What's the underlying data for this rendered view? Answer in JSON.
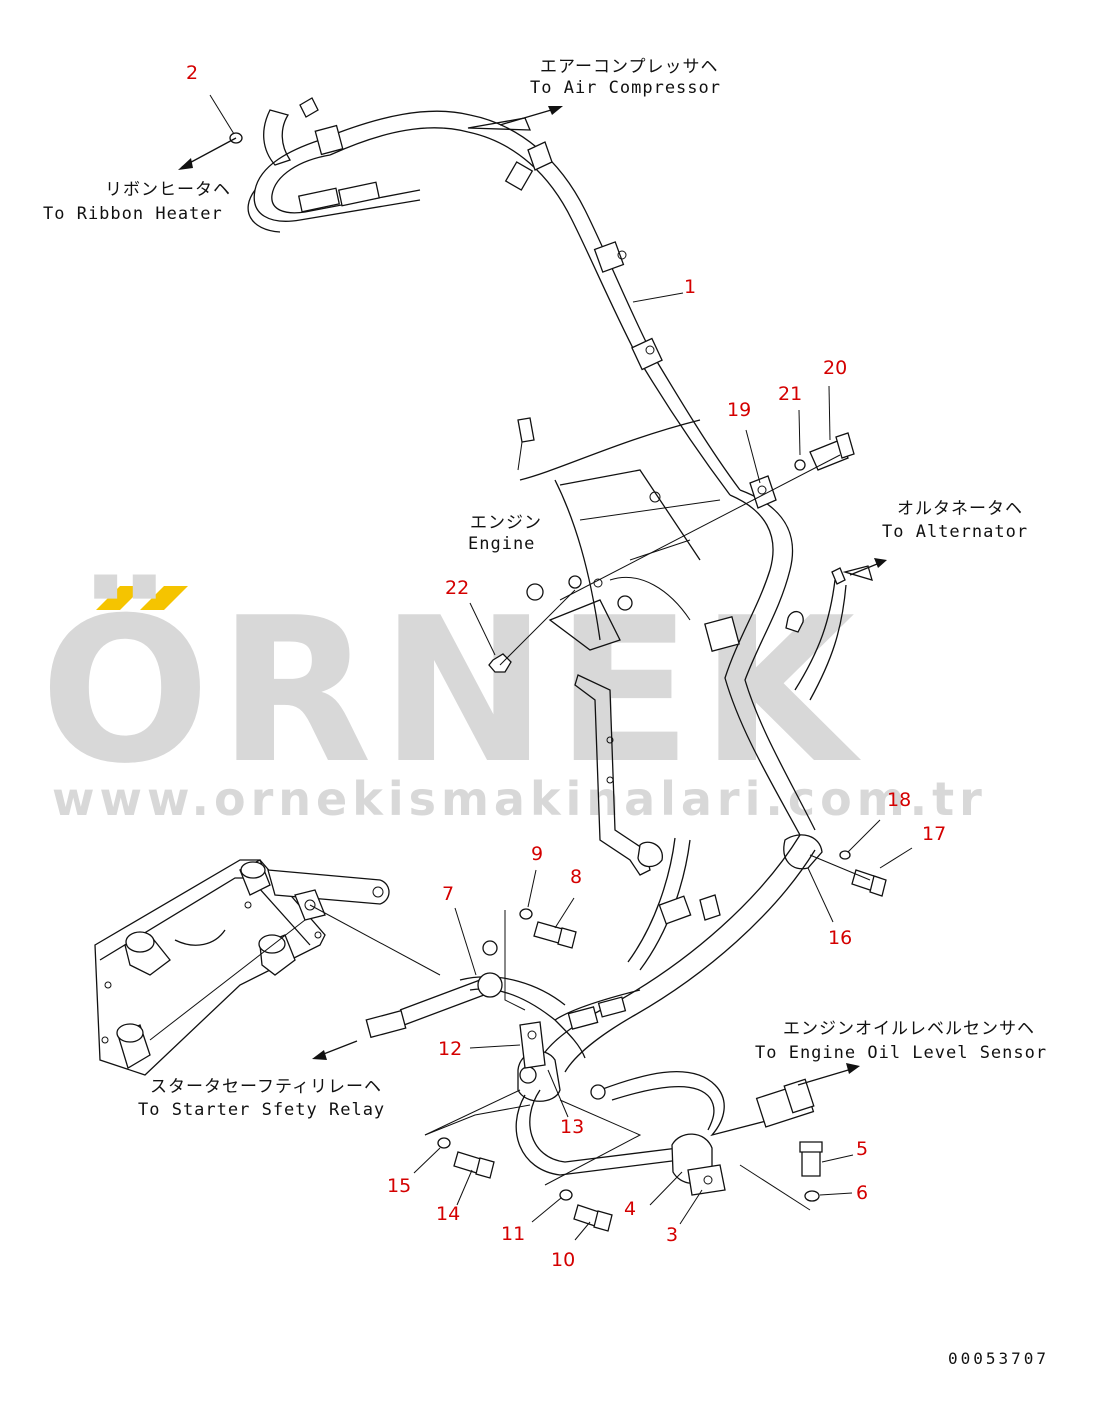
{
  "watermark": {
    "brand": "ÖRNEK",
    "url": "www.ornekismakinalari.com.tr",
    "accent_color": "#f5c400",
    "text_color": "#d8d8d8"
  },
  "destinations": {
    "air_compressor": {
      "ja": "エアーコンプレッサヘ",
      "en": "To Air Compressor"
    },
    "ribbon_heater": {
      "ja": "リボンヒータヘ",
      "en": "To Ribbon Heater"
    },
    "engine": {
      "ja": "エンジン",
      "en": "Engine"
    },
    "alternator": {
      "ja": "オルタネータヘ",
      "en": "To Alternator"
    },
    "oil_level_sensor": {
      "ja": "エンジンオイルレベルセンサヘ",
      "en": "To Engine Oil Level Sensor"
    },
    "starter_relay": {
      "ja": "スタータセーフティリレーヘ",
      "en": "To Starter Sfety Relay"
    }
  },
  "callouts": [
    "1",
    "2",
    "3",
    "4",
    "5",
    "6",
    "7",
    "8",
    "9",
    "10",
    "11",
    "12",
    "13",
    "14",
    "15",
    "16",
    "17",
    "18",
    "19",
    "20",
    "21",
    "22"
  ],
  "callout_color": "#d40000",
  "drawing_number": "00053707"
}
